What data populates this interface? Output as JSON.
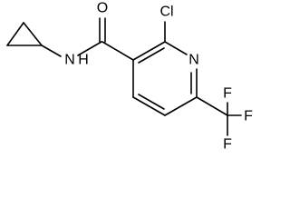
{
  "structure": {
    "atoms": {
      "oxygen": "O",
      "chlorine": "Cl",
      "amide_nitrogen": "N",
      "amide_hydrogen": "H",
      "ring_nitrogen": "N",
      "fluorine_top": "F",
      "fluorine_right": "F",
      "fluorine_bottom": "F"
    }
  }
}
